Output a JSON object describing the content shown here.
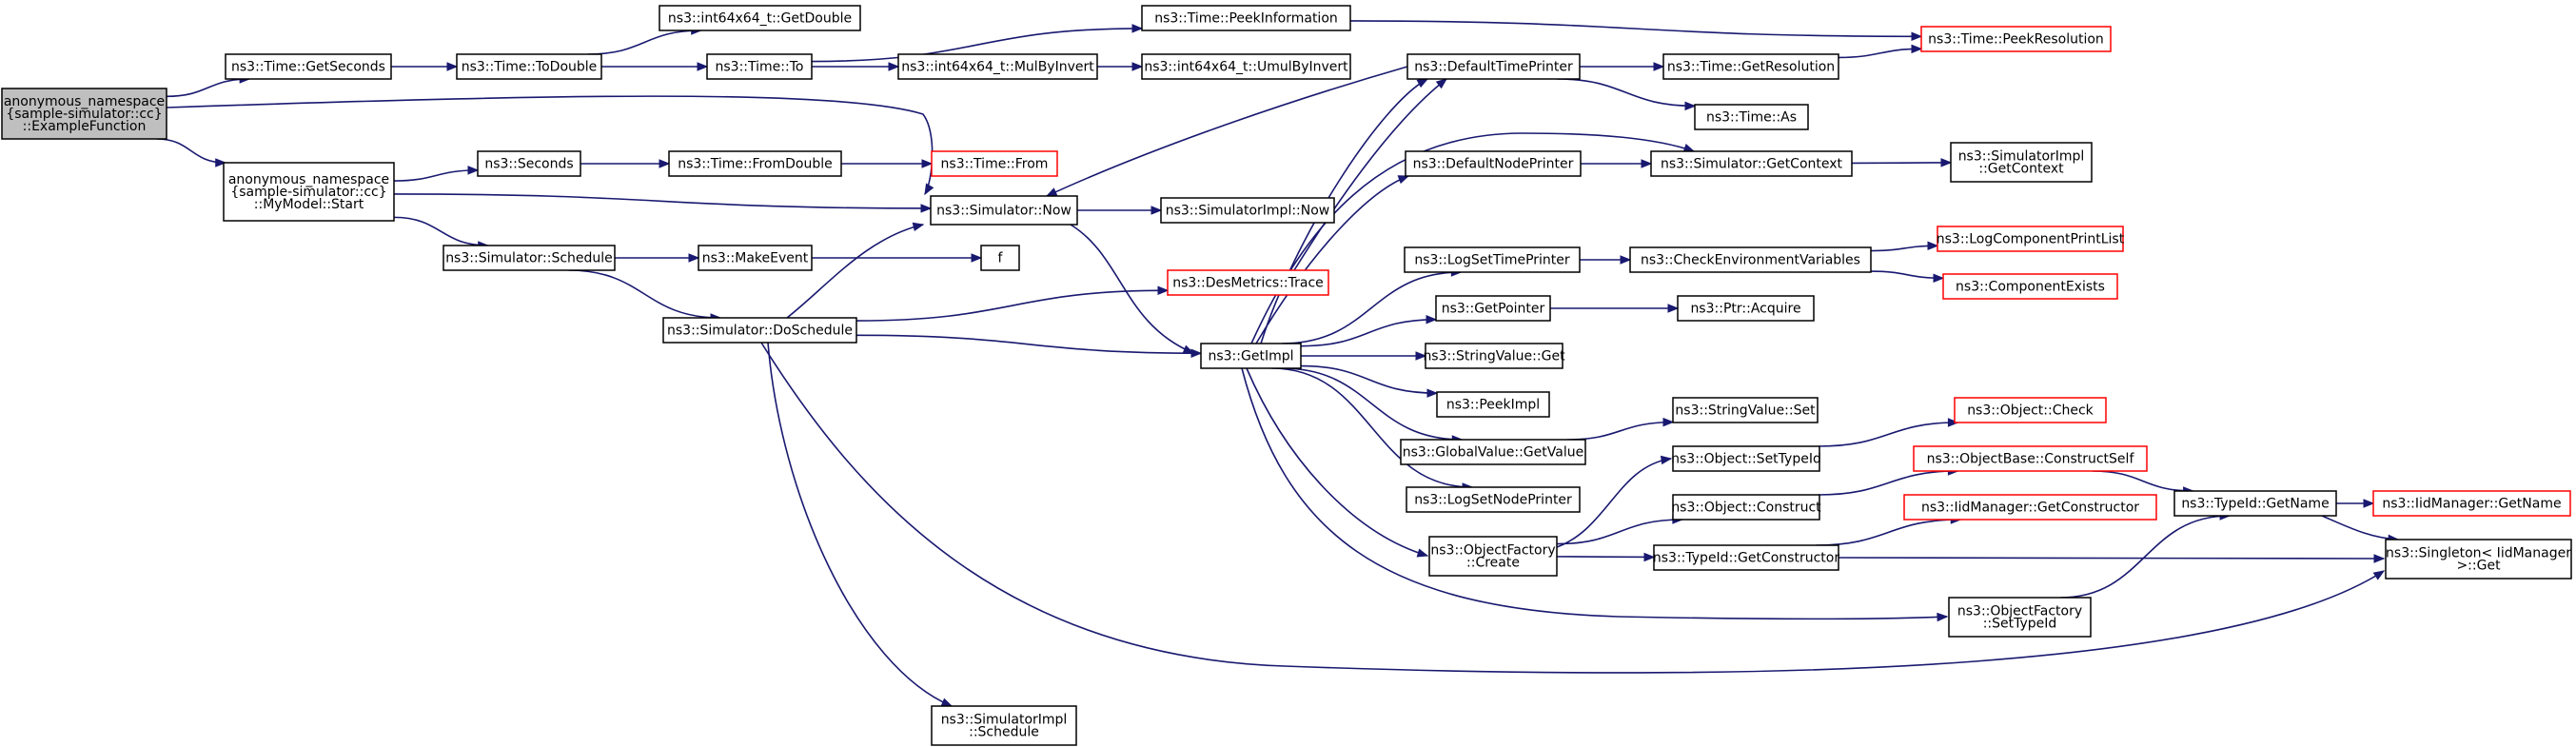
{
  "nodes": [
    {
      "id": "example",
      "lines": [
        "anonymous_namespace",
        "{sample-simulator::cc}",
        "::ExampleFunction"
      ],
      "root": true
    },
    {
      "id": "getseconds",
      "lines": [
        "ns3::Time::GetSeconds"
      ]
    },
    {
      "id": "mymodel_start",
      "lines": [
        "anonymous_namespace",
        "{sample-simulator::cc}",
        "::MyModel::Start"
      ]
    },
    {
      "id": "sim_now",
      "lines": [
        "ns3::Simulator::Now"
      ]
    },
    {
      "id": "todouble",
      "lines": [
        "ns3::Time::ToDouble"
      ]
    },
    {
      "id": "getdouble",
      "lines": [
        "ns3::int64x64_t::GetDouble"
      ]
    },
    {
      "id": "time_to",
      "lines": [
        "ns3::Time::To"
      ]
    },
    {
      "id": "peekinfo",
      "lines": [
        "ns3::Time::PeekInformation"
      ]
    },
    {
      "id": "peekres",
      "lines": [
        "ns3::Time::PeekResolution"
      ],
      "red": true
    },
    {
      "id": "mulbyinvert",
      "lines": [
        "ns3::int64x64_t::MulByInvert"
      ]
    },
    {
      "id": "umulbyinvert",
      "lines": [
        "ns3::int64x64_t::UmulByInvert"
      ]
    },
    {
      "id": "seconds",
      "lines": [
        "ns3::Seconds"
      ]
    },
    {
      "id": "fromdouble",
      "lines": [
        "ns3::Time::FromDouble"
      ]
    },
    {
      "id": "time_from",
      "lines": [
        "ns3::Time::From"
      ],
      "red": true
    },
    {
      "id": "schedule",
      "lines": [
        "ns3::Simulator::Schedule"
      ]
    },
    {
      "id": "makeevent",
      "lines": [
        "ns3::MakeEvent"
      ]
    },
    {
      "id": "f",
      "lines": [
        "f"
      ]
    },
    {
      "id": "doschedule",
      "lines": [
        "ns3::Simulator::DoSchedule"
      ]
    },
    {
      "id": "simimpl_now",
      "lines": [
        "ns3::SimulatorImpl::Now"
      ]
    },
    {
      "id": "desmetrics",
      "lines": [
        "ns3::DesMetrics::Trace"
      ],
      "red": true
    },
    {
      "id": "getimpl",
      "lines": [
        "ns3::GetImpl"
      ]
    },
    {
      "id": "simimpl_schedule",
      "lines": [
        "ns3::SimulatorImpl",
        "::Schedule"
      ]
    },
    {
      "id": "deftimeprinter",
      "lines": [
        "ns3::DefaultTimePrinter"
      ]
    },
    {
      "id": "defnodeprinter",
      "lines": [
        "ns3::DefaultNodePrinter"
      ]
    },
    {
      "id": "logsettimeprinter",
      "lines": [
        "ns3::LogSetTimePrinter"
      ]
    },
    {
      "id": "getpointer",
      "lines": [
        "ns3::GetPointer"
      ]
    },
    {
      "id": "stringvalue_get",
      "lines": [
        "ns3::StringValue::Get"
      ]
    },
    {
      "id": "peekimpl",
      "lines": [
        "ns3::PeekImpl"
      ]
    },
    {
      "id": "globalvalue_getvalue",
      "lines": [
        "ns3::GlobalValue::GetValue"
      ]
    },
    {
      "id": "logsetnodeprinter",
      "lines": [
        "ns3::LogSetNodePrinter"
      ]
    },
    {
      "id": "objfactory_create",
      "lines": [
        "ns3::ObjectFactory",
        "::Create"
      ]
    },
    {
      "id": "objfactory_settypeid",
      "lines": [
        "ns3::ObjectFactory",
        "::SetTypeId"
      ]
    },
    {
      "id": "getresolution",
      "lines": [
        "ns3::Time::GetResolution"
      ]
    },
    {
      "id": "time_as",
      "lines": [
        "ns3::Time::As"
      ]
    },
    {
      "id": "getcontext",
      "lines": [
        "ns3::Simulator::GetContext"
      ]
    },
    {
      "id": "checkenv",
      "lines": [
        "ns3::CheckEnvironmentVariables"
      ]
    },
    {
      "id": "ptr_acquire",
      "lines": [
        "ns3::Ptr::Acquire"
      ]
    },
    {
      "id": "stringvalue_set",
      "lines": [
        "ns3::StringValue::Set"
      ]
    },
    {
      "id": "object_settypeid",
      "lines": [
        "ns3::Object::SetTypeId"
      ]
    },
    {
      "id": "object_construct",
      "lines": [
        "ns3::Object::Construct"
      ]
    },
    {
      "id": "typeid_getconstructor",
      "lines": [
        "ns3::TypeId::GetConstructor"
      ]
    },
    {
      "id": "simimpl_getcontext",
      "lines": [
        "ns3::SimulatorImpl",
        "::GetContext"
      ]
    },
    {
      "id": "logcompprintlist",
      "lines": [
        "ns3::LogComponentPrintList"
      ],
      "red": true
    },
    {
      "id": "componentexists",
      "lines": [
        "ns3::ComponentExists"
      ],
      "red": true
    },
    {
      "id": "object_check",
      "lines": [
        "ns3::Object::Check"
      ],
      "red": true
    },
    {
      "id": "objbase_constructself",
      "lines": [
        "ns3::ObjectBase::ConstructSelf"
      ],
      "red": true
    },
    {
      "id": "iidmgr_getconstructor",
      "lines": [
        "ns3::IidManager::GetConstructor"
      ],
      "red": true
    },
    {
      "id": "typeid_getname",
      "lines": [
        "ns3::TypeId::GetName"
      ]
    },
    {
      "id": "iidmgr_getname",
      "lines": [
        "ns3::IidManager::GetName"
      ],
      "red": true
    },
    {
      "id": "singleton_get",
      "lines": [
        "ns3::Singleton< IidManager",
        ">::Get"
      ]
    }
  ],
  "edges": [
    [
      "example",
      "getseconds"
    ],
    [
      "example",
      "mymodel_start"
    ],
    [
      "example",
      "sim_now"
    ],
    [
      "getseconds",
      "todouble"
    ],
    [
      "todouble",
      "getdouble"
    ],
    [
      "todouble",
      "time_to"
    ],
    [
      "time_to",
      "peekinfo"
    ],
    [
      "time_to",
      "mulbyinvert"
    ],
    [
      "mulbyinvert",
      "umulbyinvert"
    ],
    [
      "peekinfo",
      "peekres"
    ],
    [
      "getresolution",
      "peekres"
    ],
    [
      "mymodel_start",
      "seconds"
    ],
    [
      "mymodel_start",
      "sim_now"
    ],
    [
      "mymodel_start",
      "schedule"
    ],
    [
      "seconds",
      "fromdouble"
    ],
    [
      "fromdouble",
      "time_from"
    ],
    [
      "schedule",
      "makeevent"
    ],
    [
      "schedule",
      "doschedule"
    ],
    [
      "makeevent",
      "f"
    ],
    [
      "sim_now",
      "simimpl_now"
    ],
    [
      "sim_now",
      "getimpl"
    ],
    [
      "doschedule",
      "sim_now"
    ],
    [
      "doschedule",
      "desmetrics"
    ],
    [
      "doschedule",
      "getimpl"
    ],
    [
      "doschedule",
      "simimpl_schedule"
    ],
    [
      "doschedule",
      "singleton_get"
    ],
    [
      "desmetrics",
      "deftimeprinter"
    ],
    [
      "deftimeprinter",
      "sim_now"
    ],
    [
      "deftimeprinter",
      "getresolution"
    ],
    [
      "deftimeprinter",
      "time_as"
    ],
    [
      "defnodeprinter",
      "getcontext"
    ],
    [
      "getcontext",
      "simimpl_getcontext"
    ],
    [
      "getimpl",
      "deftimeprinter"
    ],
    [
      "getimpl",
      "defnodeprinter"
    ],
    [
      "getimpl",
      "getcontext"
    ],
    [
      "getimpl",
      "logsettimeprinter"
    ],
    [
      "getimpl",
      "getpointer"
    ],
    [
      "getimpl",
      "stringvalue_get"
    ],
    [
      "getimpl",
      "peekimpl"
    ],
    [
      "getimpl",
      "globalvalue_getvalue"
    ],
    [
      "getimpl",
      "logsetnodeprinter"
    ],
    [
      "getimpl",
      "objfactory_create"
    ],
    [
      "getimpl",
      "objfactory_settypeid"
    ],
    [
      "logsettimeprinter",
      "checkenv"
    ],
    [
      "checkenv",
      "logcompprintlist"
    ],
    [
      "checkenv",
      "componentexists"
    ],
    [
      "getpointer",
      "ptr_acquire"
    ],
    [
      "globalvalue_getvalue",
      "stringvalue_set"
    ],
    [
      "objfactory_create",
      "object_settypeid"
    ],
    [
      "objfactory_create",
      "object_construct"
    ],
    [
      "objfactory_create",
      "typeid_getconstructor"
    ],
    [
      "object_settypeid",
      "object_check"
    ],
    [
      "object_construct",
      "objbase_constructself"
    ],
    [
      "typeid_getconstructor",
      "iidmgr_getconstructor"
    ],
    [
      "typeid_getconstructor",
      "singleton_get"
    ],
    [
      "objbase_constructself",
      "typeid_getname"
    ],
    [
      "objfactory_settypeid",
      "typeid_getname"
    ],
    [
      "typeid_getname",
      "iidmgr_getname"
    ],
    [
      "typeid_getname",
      "singleton_get"
    ]
  ]
}
